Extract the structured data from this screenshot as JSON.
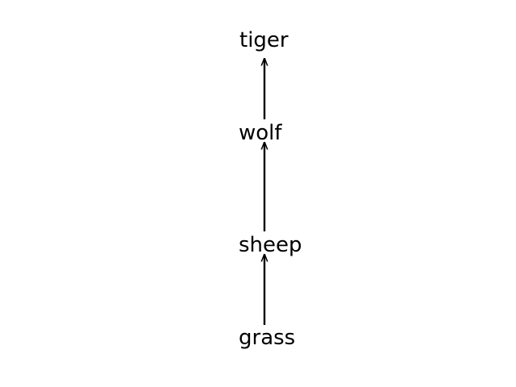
{
  "diagram": {
    "type": "food-chain",
    "nodes": [
      {
        "id": "grass",
        "label": "grass"
      },
      {
        "id": "sheep",
        "label": "sheep"
      },
      {
        "id": "wolf",
        "label": "wolf"
      },
      {
        "id": "tiger",
        "label": "tiger"
      }
    ],
    "edges": [
      {
        "from": "grass",
        "to": "sheep"
      },
      {
        "from": "sheep",
        "to": "wolf"
      },
      {
        "from": "wolf",
        "to": "tiger"
      }
    ],
    "colors": {
      "text": "#000000",
      "arrow": "#000000",
      "background": "#ffffff"
    }
  }
}
